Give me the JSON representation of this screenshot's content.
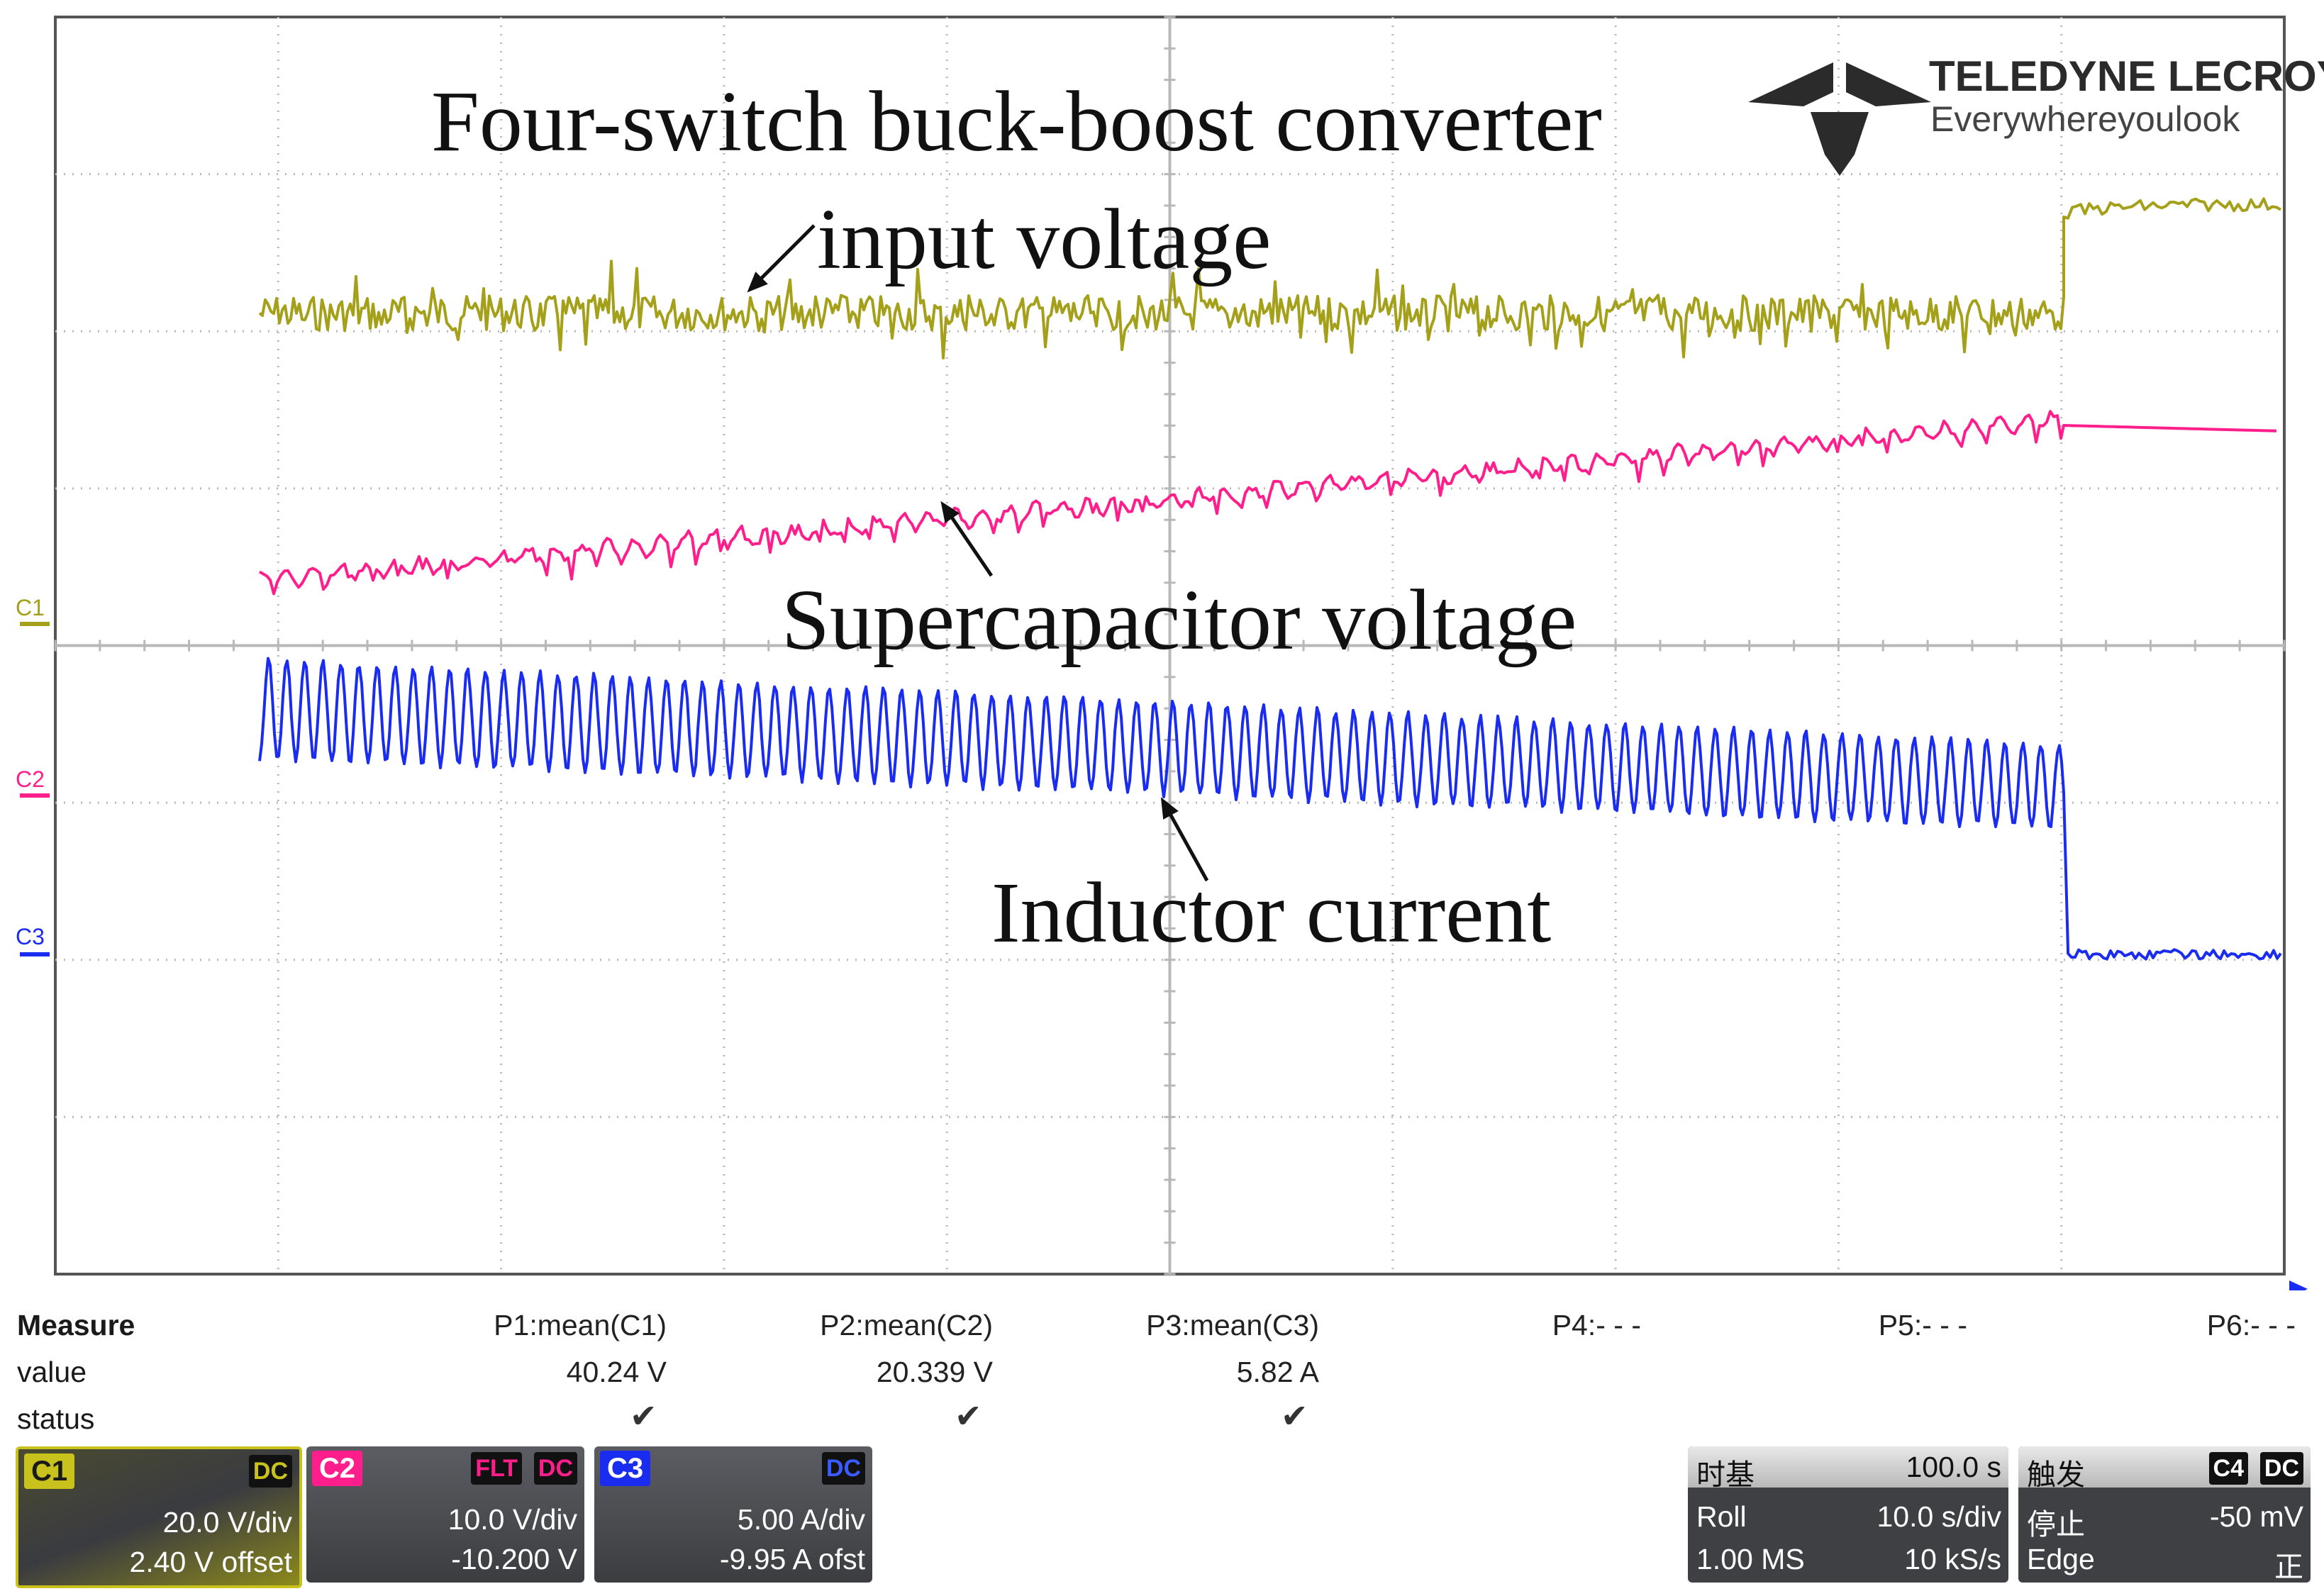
{
  "logo": {
    "brand": "TELEDYNE LECROY",
    "tagline": "Everywhereyoulook"
  },
  "annotations": {
    "converter_line1": "Four-switch buck-boost converter",
    "converter_line2": "input voltage",
    "supercap": "Supercapacitor voltage",
    "inductor": "Inductor current"
  },
  "channel_markers": {
    "c1": "C1",
    "c2": "C2",
    "c3": "C3"
  },
  "colors": {
    "c1": "#a4a01a",
    "c2": "#ff1e8c",
    "c3": "#1a2cf0",
    "grid": "#b8b8b8"
  },
  "measure": {
    "title": "Measure",
    "row_value": "value",
    "row_status": "status",
    "params": [
      {
        "name": "P1:mean(C1)",
        "value": "40.24 V",
        "status": "✔"
      },
      {
        "name": "P2:mean(C2)",
        "value": "20.339 V",
        "status": "✔"
      },
      {
        "name": "P3:mean(C3)",
        "value": "5.82 A",
        "status": "✔"
      },
      {
        "name": "P4:- - -",
        "value": "",
        "status": ""
      },
      {
        "name": "P5:- - -",
        "value": "",
        "status": ""
      },
      {
        "name": "P6:- - -",
        "value": "",
        "status": ""
      }
    ]
  },
  "channels": [
    {
      "tag": "C1",
      "flags": [
        "DC"
      ],
      "scale": "20.0 V/div",
      "offset": "2.40 V offset"
    },
    {
      "tag": "C2",
      "flags": [
        "FLT",
        "DC"
      ],
      "scale": "10.0 V/div",
      "offset": "-10.200 V"
    },
    {
      "tag": "C3",
      "flags": [
        "DC"
      ],
      "scale": "5.00 A/div",
      "offset": "-9.95 A ofst"
    }
  ],
  "timebase": {
    "label": "时基",
    "delay": "100.0 s",
    "mode": "Roll",
    "scale": "10.0 s/div",
    "samples": "1.00 MS",
    "rate": "10 kS/s"
  },
  "trigger": {
    "label": "触发",
    "source": "C4",
    "coupling": "DC",
    "state": "停止",
    "level": "-50 mV",
    "type": "Edge",
    "slope": "正"
  }
}
